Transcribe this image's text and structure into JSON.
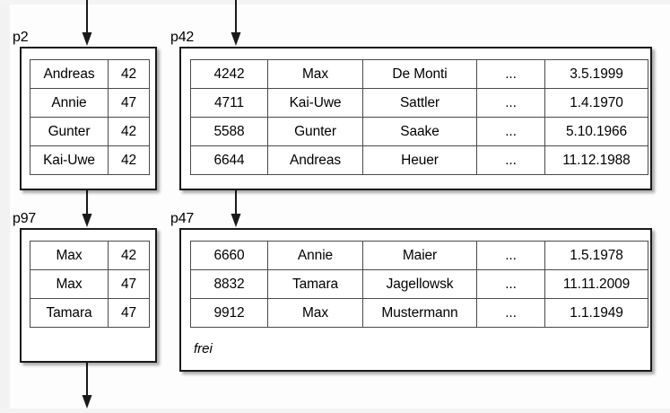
{
  "diagram": {
    "title": "Hash index bucket pages with overflow / data pages",
    "background_color": "#fdfdfd",
    "line_color": "#1a1a1a",
    "cell_border_color": "#4a4a4a"
  },
  "pages": [
    {
      "id": "p2",
      "label": "p2",
      "kind": "index-page",
      "columns": 2,
      "rows": [
        {
          "name": "Andreas",
          "value": "42"
        },
        {
          "name": "Annie",
          "value": "47"
        },
        {
          "name": "Gunter",
          "value": "42"
        },
        {
          "name": "Kai-Uwe",
          "value": "42"
        }
      ]
    },
    {
      "id": "p42",
      "label": "p42",
      "kind": "data-page",
      "columns": 5,
      "rows": [
        {
          "key": "4242",
          "first": "Max",
          "last": "De Monti",
          "more": "...",
          "date": "3.5.1999"
        },
        {
          "key": "4711",
          "first": "Kai-Uwe",
          "last": "Sattler",
          "more": "...",
          "date": "1.4.1970"
        },
        {
          "key": "5588",
          "first": "Gunter",
          "last": "Saake",
          "more": "...",
          "date": "5.10.1966"
        },
        {
          "key": "6644",
          "first": "Andreas",
          "last": "Heuer",
          "more": "...",
          "date": "11.12.1988"
        }
      ],
      "free_label": ""
    },
    {
      "id": "p97",
      "label": "p97",
      "kind": "index-page",
      "columns": 2,
      "rows": [
        {
          "name": "Max",
          "value": "42"
        },
        {
          "name": "Max",
          "value": "47"
        },
        {
          "name": "Tamara",
          "value": "47"
        }
      ]
    },
    {
      "id": "p47",
      "label": "p47",
      "kind": "data-page",
      "columns": 5,
      "rows": [
        {
          "key": "6660",
          "first": "Annie",
          "last": "Maier",
          "more": "...",
          "date": "1.5.1978"
        },
        {
          "key": "8832",
          "first": "Tamara",
          "last": "Jagellowsk",
          "more": "...",
          "date": "11.11.2009"
        },
        {
          "key": "9912",
          "first": "Max",
          "last": "Mustermann",
          "more": "...",
          "date": "1.1.1949"
        }
      ],
      "free_label": "frei"
    }
  ],
  "arrows": [
    {
      "id": "arrow-into-p2",
      "from": "top-edge",
      "to": "p2"
    },
    {
      "id": "arrow-into-p42",
      "from": "top-edge",
      "to": "p42"
    },
    {
      "id": "arrow-p2-p97",
      "from": "p2",
      "to": "p97"
    },
    {
      "id": "arrow-p42-p47",
      "from": "p42",
      "to": "p47"
    },
    {
      "id": "arrow-out-p97",
      "from": "p97",
      "to": "bottom-edge"
    }
  ]
}
